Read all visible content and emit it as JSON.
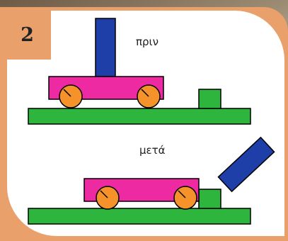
{
  "panel_number": "2",
  "labels": {
    "before": "πριν",
    "after": "μετά"
  },
  "colors": {
    "frame": "#eaa06a",
    "card": "#ffffff",
    "ground": "#2db53d",
    "cart": "#ee2aa2",
    "block": "#1f3fa8",
    "wheel": "#f5932a",
    "obstacle": "#2db53d"
  }
}
